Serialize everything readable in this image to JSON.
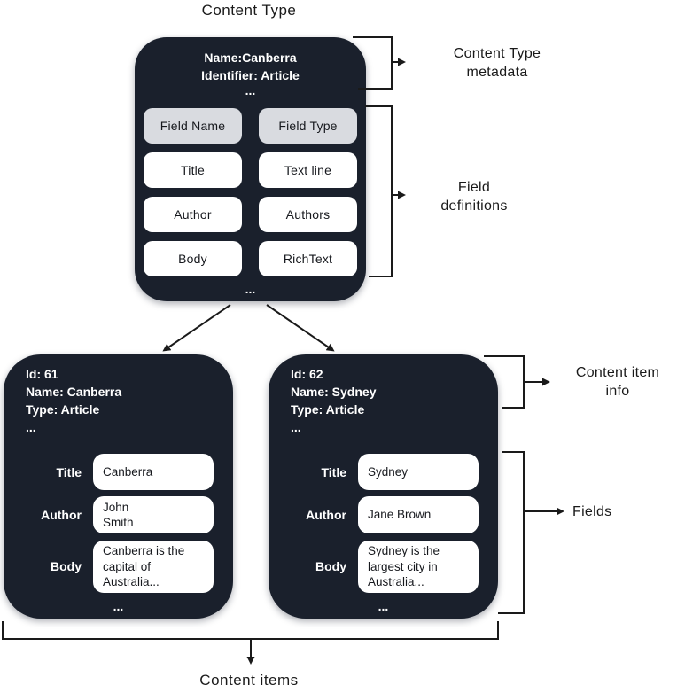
{
  "diagram_title": "Content Type",
  "bottom_label": "Content items",
  "annotations": {
    "content_type_metadata": "Content Type\nmetadata",
    "field_definitions": "Field\ndefinitions",
    "content_item_info": "Content item\ninfo",
    "fields": "Fields"
  },
  "content_type_box": {
    "name_line": "Name:Canberra",
    "identifier_line": "Identifier: Article",
    "ellipsis": "...",
    "field_table": {
      "header": {
        "field_name": "Field Name",
        "field_type": "Field Type"
      },
      "rows": [
        {
          "field_name": "Title",
          "field_type": "Text line"
        },
        {
          "field_name": "Author",
          "field_type": "Authors"
        },
        {
          "field_name": "Body",
          "field_type": "RichText"
        }
      ]
    },
    "footer_ellipsis": "..."
  },
  "content_items": [
    {
      "id_line": "Id: 61",
      "name_line": "Name: Canberra",
      "type_line": "Type: Article",
      "ellipsis": "...",
      "fields": [
        {
          "label": "Title",
          "value": "Canberra"
        },
        {
          "label": "Author",
          "value": "John\nSmith"
        },
        {
          "label": "Body",
          "value": "Canberra is the\ncapital of\nAustralia..."
        }
      ],
      "footer_ellipsis": "..."
    },
    {
      "id_line": "Id: 62",
      "name_line": "Name: Sydney",
      "type_line": "Type: Article",
      "ellipsis": "...",
      "fields": [
        {
          "label": "Title",
          "value": "Sydney"
        },
        {
          "label": "Author",
          "value": "Jane Brown"
        },
        {
          "label": "Body",
          "value": "Sydney is the\nlargest city in\nAustralia..."
        }
      ],
      "footer_ellipsis": "..."
    }
  ],
  "colors": {
    "box_background": "#1a202c",
    "header_chip_background": "#d9dbe0",
    "chip_background": "#ffffff",
    "line_color": "#1a1a1a",
    "light_text": "#ffffff",
    "dark_text": "#16181d"
  }
}
